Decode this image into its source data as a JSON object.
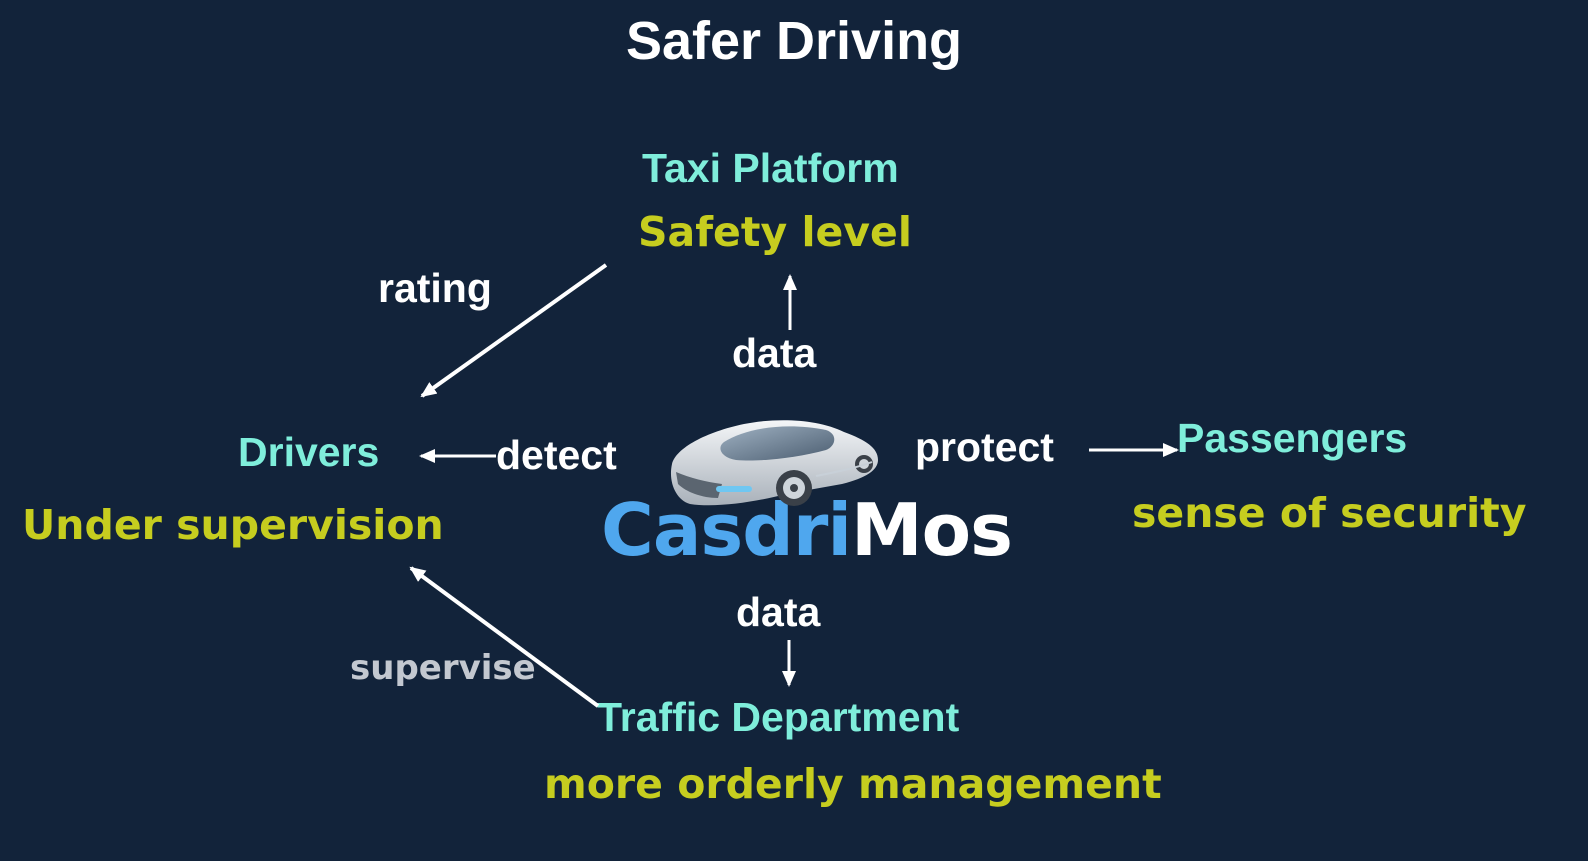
{
  "title": "Safer Driving",
  "nodes": {
    "taxi_platform": {
      "name": "Taxi Platform",
      "benefit": "Safety level"
    },
    "drivers": {
      "name": "Drivers",
      "benefit": "Under supervision"
    },
    "passengers": {
      "name": "Passengers",
      "benefit": "sense of security"
    },
    "traffic_department": {
      "name": "Traffic Department",
      "benefit": "more orderly management"
    }
  },
  "edges": {
    "rating": "rating",
    "data_up": "data",
    "detect": "detect",
    "protect": "protect",
    "data_down": "data",
    "supervise": "supervise"
  },
  "brand": {
    "part1": "Casdri",
    "part2": "Mos"
  },
  "colors": {
    "background": "#12233a",
    "node_name": "#7feedb",
    "benefit": "#c6cd1f",
    "brand_part1": "#4fa7ee",
    "brand_part2": "#ffffff"
  }
}
